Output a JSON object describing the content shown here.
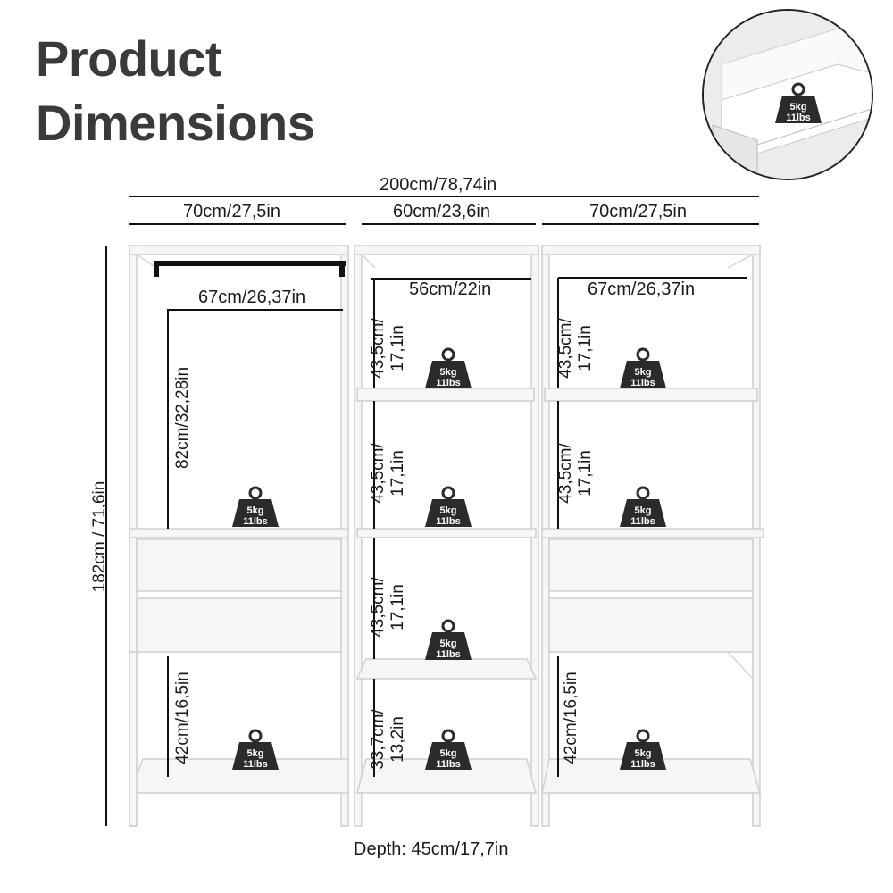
{
  "title": {
    "line1": "Product",
    "line2": "Dimensions"
  },
  "dimensions": {
    "total_width": "200cm/78,74in",
    "left_width": "70cm/27,5in",
    "middle_width": "60cm/23,6in",
    "right_width": "70cm/27,5in",
    "left_rail": "67cm/26,37in",
    "middle_inner": "56cm/22in",
    "right_inner": "67cm/26,37in",
    "total_height": "182cm / 71,6in",
    "hanging_height": "82cm/32,28in",
    "left_bottom": "42cm/16,5in",
    "mid_top": "43,5cm/ 17,1in",
    "mid_second": "43,5cm/ 17,1in",
    "mid_third": "43,5cm/ 17,1in",
    "mid_bottom": "33,7cm/ 13,2in",
    "right_top": "43,5cm/ 17,1in",
    "right_second": "43,5cm/ 17,1in",
    "right_bottom": "42cm/16,5in",
    "depth": "Depth: 45cm/17,7in"
  },
  "load_badge": {
    "kg": "5kg",
    "lbs": "11lbs"
  },
  "colors": {
    "badge": "#2b2b2b",
    "frame": "#d9d9d9",
    "panel": "#f4f4f4",
    "text": "#1a1a1a",
    "title": "#3a3a3a"
  }
}
